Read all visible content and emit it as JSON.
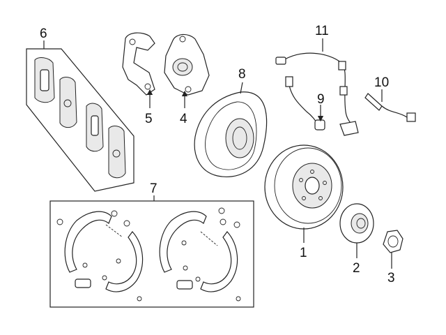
{
  "callouts": {
    "c1": "1",
    "c2": "2",
    "c3": "3",
    "c4": "4",
    "c5": "5",
    "c6": "6",
    "c7": "7",
    "c8": "8",
    "c9": "9",
    "c10": "10",
    "c11": "11"
  },
  "colors": {
    "line": "#222222",
    "background": "#ffffff"
  }
}
